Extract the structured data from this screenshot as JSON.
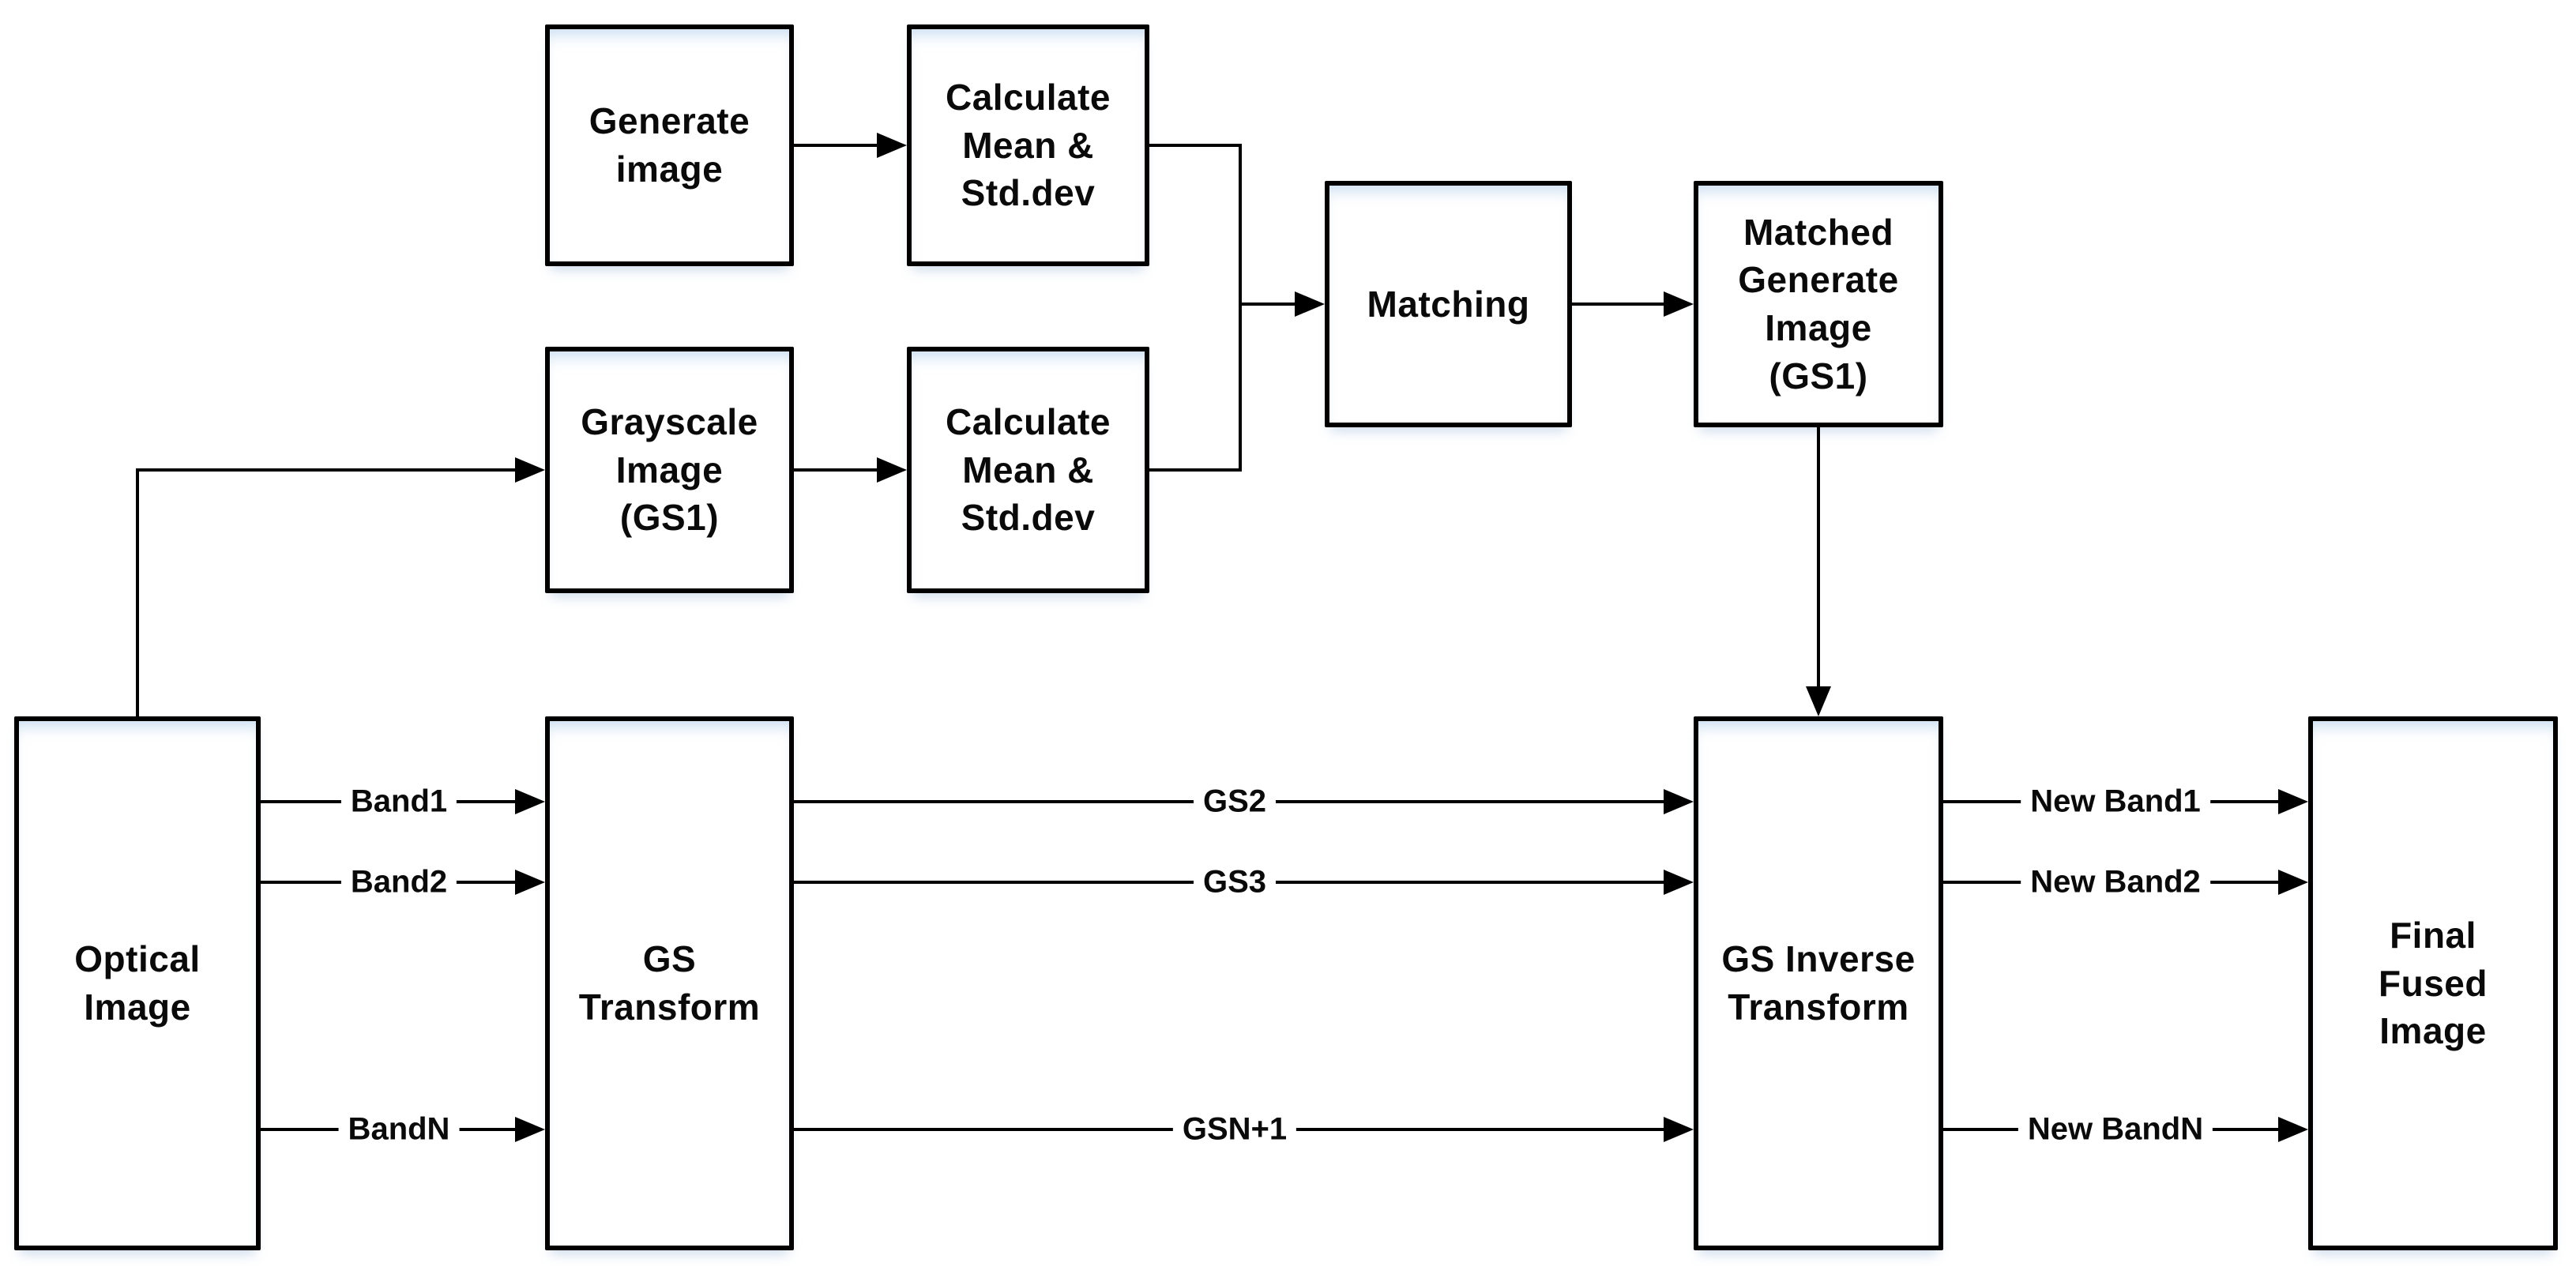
{
  "diagram_type": "flowchart",
  "nodes": {
    "generate_image": {
      "lines": [
        "Generate",
        "image"
      ]
    },
    "calc_mean_std_top": {
      "lines": [
        "Calculate",
        "Mean &",
        "Std.dev"
      ]
    },
    "grayscale_image": {
      "lines": [
        "Grayscale",
        "Image",
        "(GS1)"
      ]
    },
    "calc_mean_std_bottom": {
      "lines": [
        "Calculate",
        "Mean &",
        "Std.dev"
      ]
    },
    "matching": {
      "lines": [
        "Matching"
      ]
    },
    "matched_generate_image": {
      "lines": [
        "Matched",
        "Generate",
        "Image",
        "(GS1)"
      ]
    },
    "optical_image": {
      "lines": [
        "Optical",
        "Image"
      ]
    },
    "gs_transform": {
      "lines": [
        "GS",
        "Transform"
      ]
    },
    "gs_inverse_transform": {
      "lines": [
        "GS Inverse",
        "Transform"
      ]
    },
    "final_fused_image": {
      "lines": [
        "Final",
        "Fused",
        "Image"
      ]
    }
  },
  "edge_labels": {
    "band1": "Band1",
    "band2": "Band2",
    "bandn": "BandN",
    "gs2": "GS2",
    "gs3": "GS3",
    "gsn_plus_1": "GSN+1",
    "new_band1": "New Band1",
    "new_band2": "New Band2",
    "new_bandn": "New BandN"
  },
  "colors": {
    "line": "#000000",
    "box_border": "#000000",
    "box_fill": "#ffffff",
    "text": "#0a0a0a",
    "inner_glow": "#dce9f6"
  }
}
